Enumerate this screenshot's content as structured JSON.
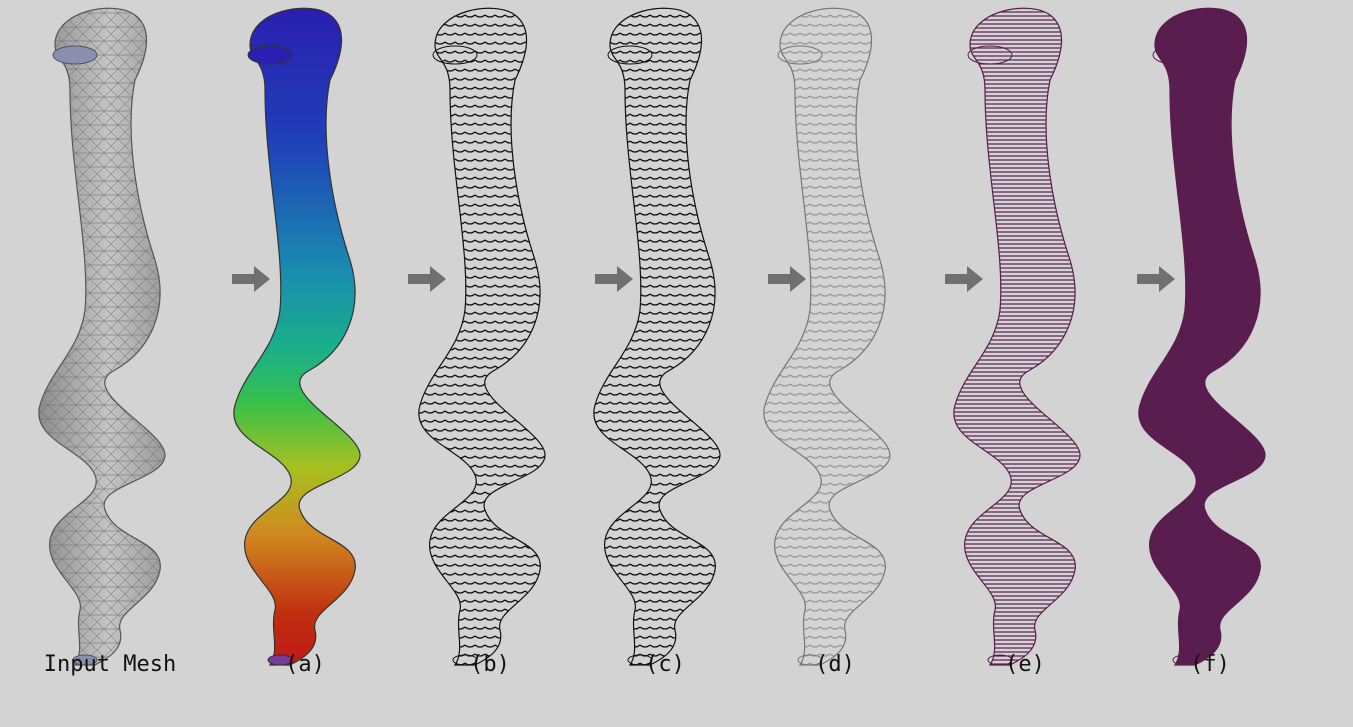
{
  "figure": {
    "background": "#d3d3d3",
    "stages": [
      {
        "label": "Input Mesh",
        "style": "gray triangle mesh"
      },
      {
        "label": "(a)",
        "style": "scalar field colored mesh"
      },
      {
        "label": "(b)",
        "style": "black cross-section rings"
      },
      {
        "label": "(c)",
        "style": "black cross-section rings (refined)"
      },
      {
        "label": "(d)",
        "style": "gray rings with black highlights"
      },
      {
        "label": "(e)",
        "style": "purple dense fibers"
      },
      {
        "label": "(f)",
        "style": "purple solid fibers"
      }
    ],
    "colors": {
      "mesh_fill": "#a8a8a8",
      "arrow": "#707070",
      "ring": "#111111",
      "ring_light": "#9a9a9a",
      "fiber": "#5a1d4f",
      "gradient": [
        "#2a1fb0",
        "#1a4fc0",
        "#1aa0a8",
        "#36c04a",
        "#a8c020",
        "#d08a20",
        "#c03010",
        "#c01818"
      ]
    }
  }
}
